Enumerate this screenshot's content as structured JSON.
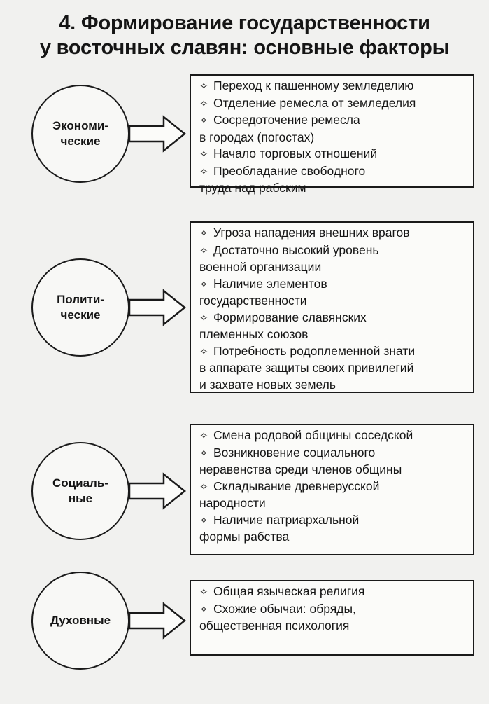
{
  "title": {
    "line1": "4. Формирование государственности",
    "line2": "у восточных славян: основные факторы"
  },
  "bullet_symbol": "✧",
  "factors": [
    {
      "label": "Экономи-\nческие",
      "items": [
        "Переход к пашенному земледелию",
        "Отделение ремесла от земледелия",
        "Сосредоточение ремесла\nв городах (погостах)",
        "Начало торговых отношений",
        "Преобладание свободного\nтруда над рабским"
      ]
    },
    {
      "label": "Полити-\nческие",
      "items": [
        "Угроза нападения внешних врагов",
        "Достаточно высокий уровень\nвоенной организации",
        "Наличие элементов\nгосударственности",
        "Формирование славянских\nплеменных союзов",
        "Потребность родоплеменной знати\nв аппарате защиты своих привилегий\nи захвате новых земель"
      ]
    },
    {
      "label": "Социаль-\nные",
      "items": [
        "Смена родовой общины соседской",
        "Возникновение социального\nнеравенства среди членов общины",
        "Складывание древнерусской\nнародности",
        "Наличие патриархальной\nформы рабства"
      ]
    },
    {
      "label": "Духовные",
      "items": [
        "Общая языческая религия",
        "Схожие обычаи: обряды,\nобщественная психология"
      ]
    }
  ]
}
